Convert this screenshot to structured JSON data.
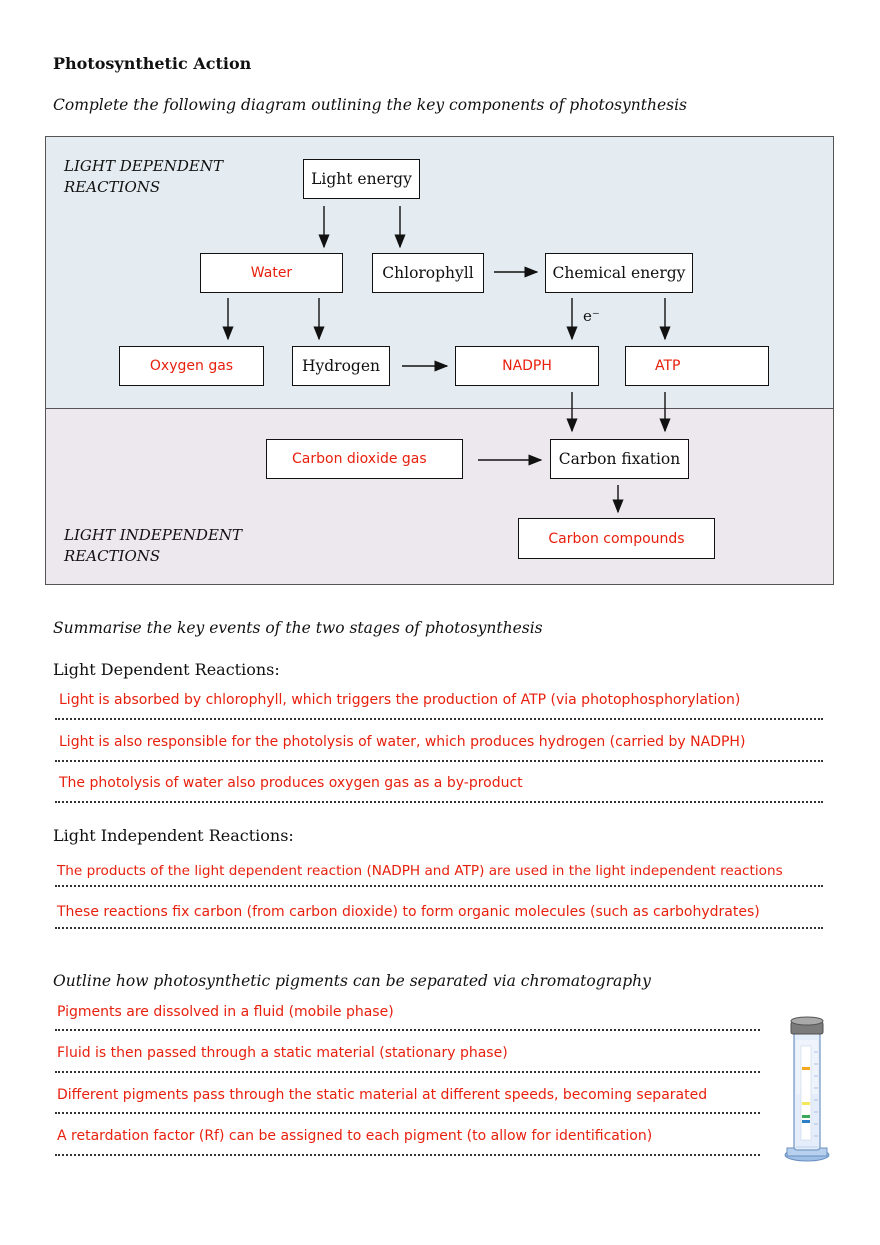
{
  "title": "Photosynthetic Action",
  "instruction_diagram": "Complete the following diagram outlining the key components of photosynthesis",
  "diagram": {
    "zone_light_dependent": [
      "LIGHT DEPENDENT",
      "REACTIONS"
    ],
    "zone_light_independent": [
      "LIGHT INDEPENDENT",
      "REACTIONS"
    ],
    "boxes": {
      "light_energy": "Light energy",
      "water": "Water",
      "chlorophyll": "Chlorophyll",
      "chemical_energy": "Chemical energy",
      "oxygen_gas": "Oxygen gas",
      "hydrogen": "Hydrogen",
      "nadph": "NADPH",
      "atp": "ATP",
      "carbon_dioxide_gas": "Carbon dioxide gas",
      "carbon_fixation": "Carbon fixation",
      "carbon_compounds": "Carbon compounds"
    },
    "electron_label": "e⁻"
  },
  "summary": {
    "instruction": "Summarise the key events of the two stages of photosynthesis",
    "ldr_heading": "Light Dependent Reactions:",
    "ldr_answers": [
      "Light is absorbed by chlorophyll, which triggers the production of ATP (via photophosphorylation)",
      "Light is also responsible for the photolysis of water, which produces hydrogen (carried by NADPH)",
      "The photolysis of water also produces oxygen gas as a by-product"
    ],
    "lir_heading": "Light Independent Reactions:",
    "lir_answers": [
      "The products of the light dependent reaction (NADPH and ATP) are used in the light independent reactions",
      "These reactions fix carbon (from carbon dioxide) to form organic molecules (such as carbohydrates)"
    ]
  },
  "chromatography": {
    "instruction": "Outline how photosynthetic pigments can be separated via chromatography",
    "answers": [
      "Pigments are dissolved in a fluid (mobile phase)",
      "Fluid is then passed through a static material (stationary phase)",
      "Different pigments pass through the static material at different speeds, becoming separated",
      "A retardation factor (Rf) can be assigned to each pigment (to allow for identification)"
    ]
  },
  "colors": {
    "answer_red": "#e8200e",
    "light_dependent_bg": "#e5ecf1",
    "light_independent_bg": "#ede7ee"
  }
}
